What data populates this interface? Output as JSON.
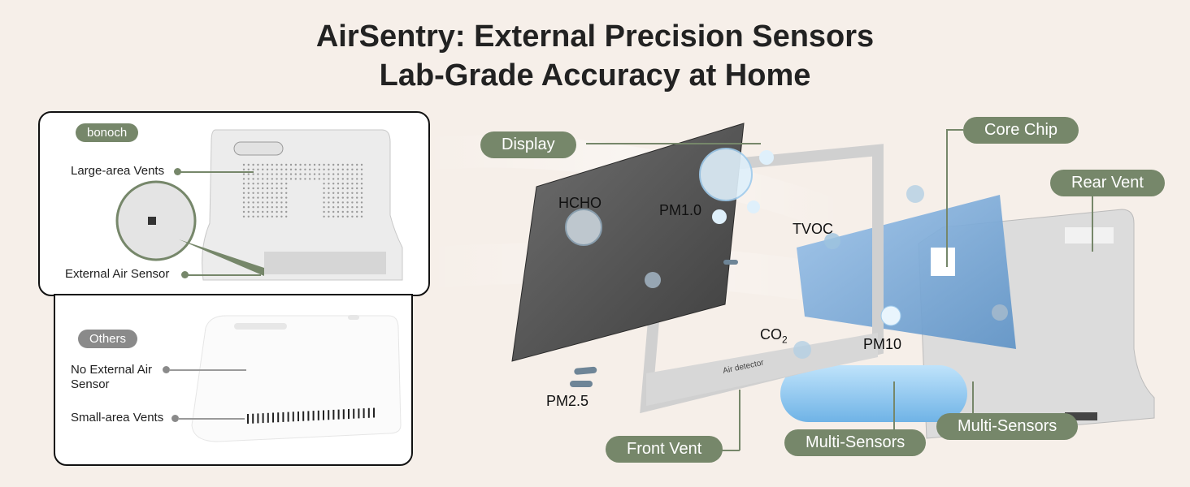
{
  "title": {
    "line1": "AirSentry: External Precision Sensors",
    "line2": "Lab-Grade Accuracy at Home"
  },
  "brand_panel": {
    "tag": "bonoch",
    "vents_label": "Large-area Vents",
    "sensor_label": "External Air Sensor"
  },
  "others_panel": {
    "tag": "Others",
    "no_sensor_line1": "No External Air",
    "no_sensor_line2": "Sensor",
    "vents_label": "Small-area Vents"
  },
  "exploded": {
    "display": "Display",
    "core_chip": "Core Chip",
    "rear_vent": "Rear Vent",
    "front_vent": "Front Vent",
    "multi_sensors_1": "Multi-Sensors",
    "multi_sensors_2": "Multi-Sensors",
    "device_text": "Air detector"
  },
  "pollutants": {
    "hcho": "HCHO",
    "pm1": "PM1.0",
    "tvoc": "TVOC",
    "co2": "CO",
    "co2_sub": "2",
    "pm10": "PM10",
    "pm25": "PM2.5"
  },
  "colors": {
    "accent": "#76876a",
    "background": "#f6efe9",
    "neutral": "#8a8a8a"
  }
}
